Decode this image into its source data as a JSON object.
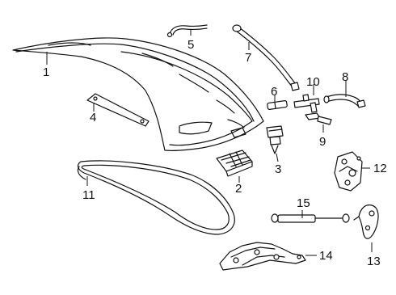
{
  "parts": [
    {
      "id": "trunk-lid",
      "label": "1"
    },
    {
      "id": "wiring-harness-connector",
      "label": "2"
    },
    {
      "id": "switch",
      "label": "3"
    },
    {
      "id": "bracket",
      "label": "4"
    },
    {
      "id": "hose-clip",
      "label": "5"
    },
    {
      "id": "washer-connector",
      "label": "6"
    },
    {
      "id": "washer-hose",
      "label": "7"
    },
    {
      "id": "hose-8",
      "label": "8"
    },
    {
      "id": "elbow-connector",
      "label": "9"
    },
    {
      "id": "tee-connector",
      "label": "10"
    },
    {
      "id": "weatherstrip",
      "label": "11"
    },
    {
      "id": "latch",
      "label": "12"
    },
    {
      "id": "striker",
      "label": "13"
    },
    {
      "id": "hinge",
      "label": "14"
    },
    {
      "id": "lift-support",
      "label": "15"
    }
  ]
}
